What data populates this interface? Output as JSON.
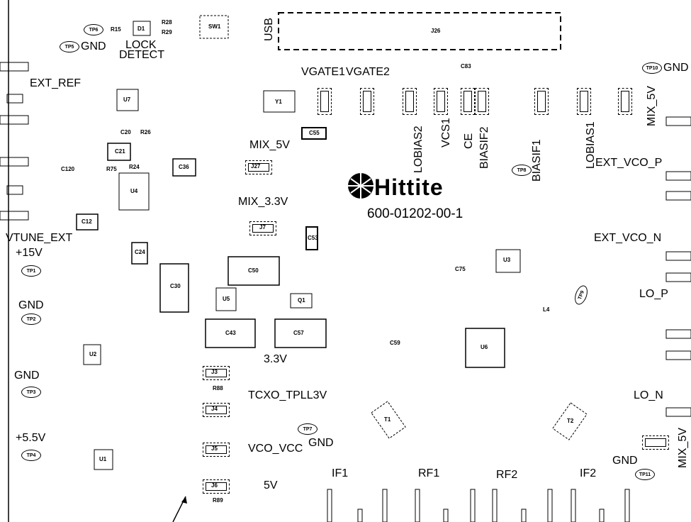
{
  "board": {
    "logo_text": "Hittite",
    "part_number": "600-01202-00-1"
  },
  "labels": {
    "ext_ref": "EXT_REF",
    "vtune_ext": "VTUNE_EXT",
    "plus15v": "+15V",
    "gnd_left1": "GND",
    "gnd_left2": "GND",
    "plus5v5": "+5.5V",
    "gnd_top": "GND",
    "lock_detect_1": "LOCK",
    "lock_detect_2": "DETECT",
    "usb": "USB",
    "vgate1": "VGATE1",
    "vgate2": "VGATE2",
    "lobias2": "LOBIAS2",
    "vcs1": "VCS1",
    "ce": "CE",
    "biasif2": "BIASIF2",
    "biasif1": "BIASIF1",
    "lobias1": "LOBIAS1",
    "mix_5v_vert": "MIX_5V",
    "gnd_tp10": "GND",
    "ext_vco_p": "EXT_VCO_P",
    "ext_vco_n": "EXT_VCO_N",
    "lo_p": "LO_P",
    "lo_n": "LO_N",
    "gnd_tp11": "GND",
    "mix_5v_bottom": "MIX_5V",
    "mix_5v_mid": "MIX_5V",
    "mix_3v3": "MIX_3.3V",
    "v3v3": "3.3V",
    "tcxo_tpll3v": "TCXO_TPLL3V",
    "vco_vcc": "VCO_VCC",
    "gnd_tp7": "GND",
    "v5": "5V",
    "if1": "IF1",
    "rf1": "RF1",
    "rf2": "RF2",
    "if2": "IF2"
  },
  "testpoints": [
    "TP6",
    "TP5",
    "TP1",
    "TP2",
    "TP3",
    "TP4",
    "TP7",
    "TP8",
    "TP10",
    "TP11",
    "TP9"
  ],
  "refs": {
    "j26": "J26",
    "r15": "R15",
    "d1": "D1",
    "r28": "R28",
    "r29": "R29",
    "sw1": "SW1",
    "y1": "Y1",
    "u7": "U7",
    "u4": "U4",
    "u5": "U5",
    "u2": "U2",
    "u1": "U1",
    "u3": "U3",
    "u6": "U6",
    "q1": "Q1",
    "t1": "T1",
    "t2": "T2",
    "c50": "C50",
    "c30": "C30",
    "c43": "C43",
    "c57": "C57",
    "c55": "C55",
    "c53": "C53",
    "c36": "C36",
    "c21": "C21",
    "c12": "C12",
    "c24": "C24",
    "j3": "J3",
    "j4": "J4",
    "j5": "J5",
    "j6": "J6",
    "j7": "J7",
    "j27": "J27",
    "r88": "R88",
    "r89": "R89",
    "c59": "C59",
    "c75": "C75",
    "c83": "C83",
    "l4": "L4",
    "c120": "C120",
    "r75": "R75",
    "r24": "R24",
    "c20": "C20",
    "r26": "R26"
  }
}
